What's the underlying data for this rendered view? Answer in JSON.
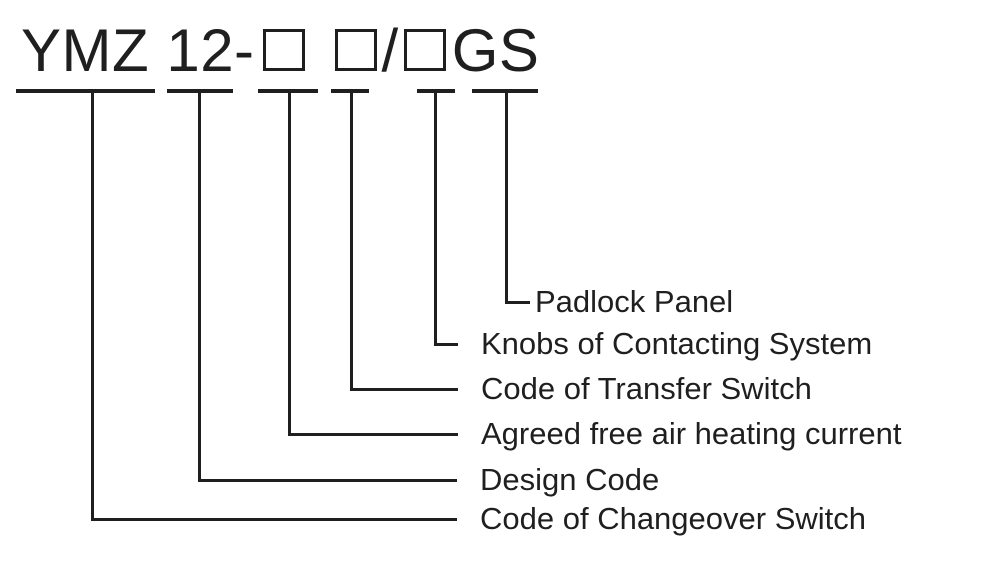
{
  "model_code": {
    "full": "YMZ 12-□ □/□GS",
    "prefix": "YMZ 12-",
    "slash": "/",
    "suffix": "GS",
    "blank_box_symbol": "□",
    "blank_box_count": 3
  },
  "colors": {
    "ink": "#1f1f1f",
    "background": "#ffffff"
  },
  "branches": [
    {
      "label": "Padlock Panel",
      "code_part": "GS"
    },
    {
      "label": "Knobs of Contacting System",
      "code_part": "third □"
    },
    {
      "label": "Code of Transfer Switch",
      "code_part": "second □"
    },
    {
      "label": "Agreed free air heating current",
      "code_part": "first □"
    },
    {
      "label": "Design Code",
      "code_part": "12"
    },
    {
      "label": "Code of Changeover Switch",
      "code_part": "YMZ"
    }
  ]
}
